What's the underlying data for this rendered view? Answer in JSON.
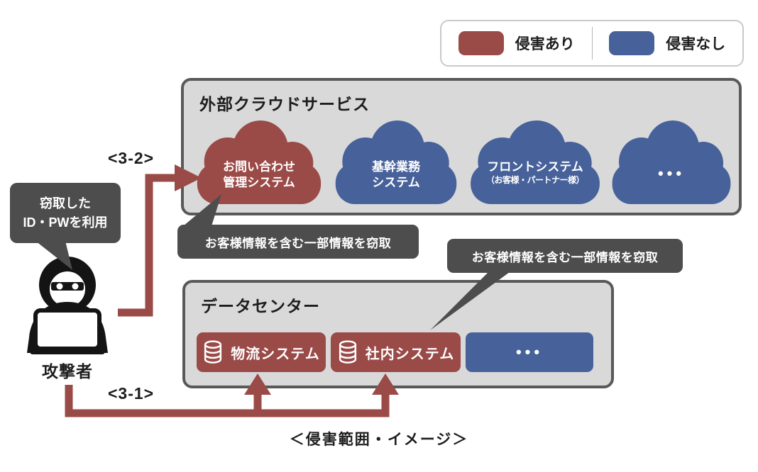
{
  "legend": {
    "items": [
      {
        "label": "侵害あり",
        "color": "#9a4a47",
        "status": "compromised"
      },
      {
        "label": "侵害なし",
        "color": "#47619a",
        "status": "clean"
      }
    ]
  },
  "cloud_section": {
    "title": "外部クラウドサービス",
    "clouds": [
      {
        "line1": "お問い合わせ",
        "line2": "管理システム",
        "status": "compromised"
      },
      {
        "line1": "基幹業務",
        "line2": "システム",
        "status": "clean"
      },
      {
        "line1": "フロントシステム",
        "line2": "（お客様・パートナー様）",
        "status": "clean"
      },
      {
        "line1": "•••",
        "line2": "",
        "status": "clean"
      }
    ]
  },
  "datacenter_section": {
    "title": "データセンター",
    "systems": [
      {
        "label": "物流システム",
        "status": "compromised",
        "icon": "database-icon"
      },
      {
        "label": "社内システム",
        "status": "compromised",
        "icon": "database-icon"
      },
      {
        "label": "•••",
        "status": "clean",
        "icon": ""
      }
    ]
  },
  "attacker": {
    "label": "攻撃者",
    "bubble": {
      "line1": "窃取した",
      "line2": "ID・PWを利用"
    }
  },
  "steps": {
    "s32": "<3-2>",
    "s31": "<3-1>"
  },
  "callouts": {
    "cloud": "お客様情報を含む一部情報を窃取",
    "datacenter": "お客様情報を含む一部情報を窃取"
  },
  "caption": "＜侵害範囲・イメージ＞",
  "colors": {
    "compromised": "#9a4a47",
    "clean": "#47619a",
    "callout_bg": "#4d4d4d",
    "panel_bg": "#d9d9d9",
    "panel_border": "#595959",
    "arrow": "#9a4a47"
  }
}
